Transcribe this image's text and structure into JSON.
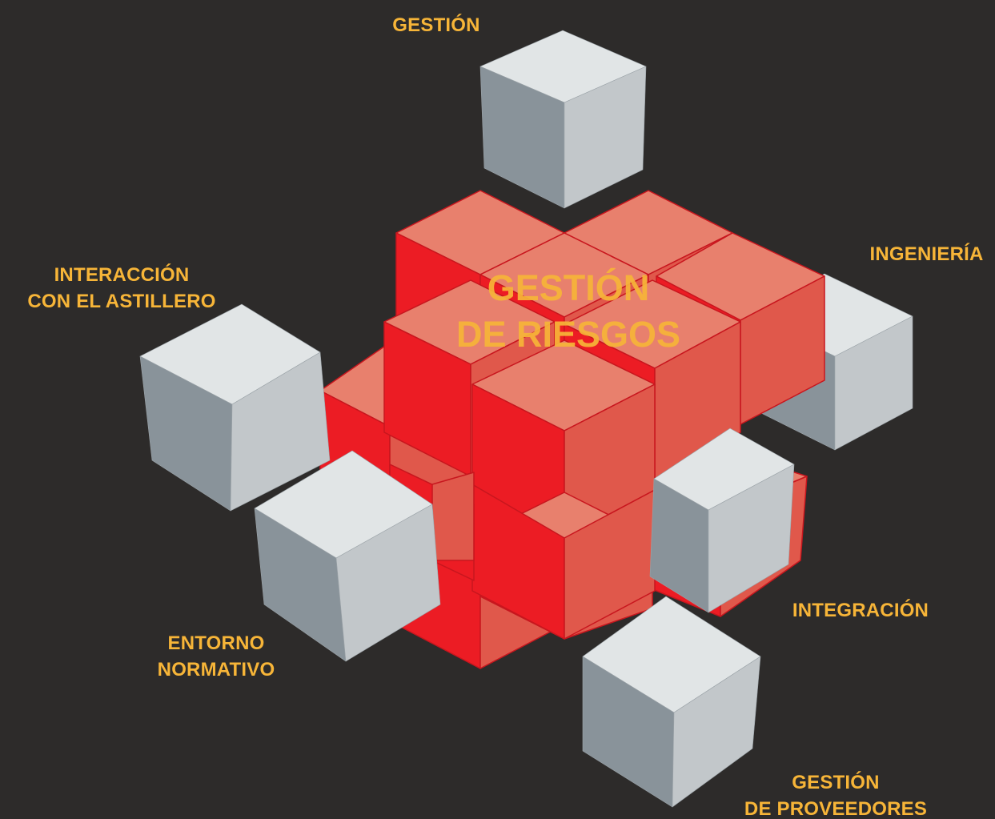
{
  "diagram": {
    "center_label": {
      "line1": "GESTIÓN",
      "line2": "DE RIESGOS"
    },
    "satellites": {
      "gestion": {
        "line1": "GESTIÓN"
      },
      "ingenieria": {
        "line1": "INGENIERÍA"
      },
      "interaccion": {
        "line1": "INTERACCIÓN",
        "line2": "CON EL ASTILLERO"
      },
      "entorno": {
        "line1": "ENTORNO",
        "line2": "NORMATIVO"
      },
      "integracion": {
        "line1": "INTEGRACIÓN"
      },
      "proveedores": {
        "line1": "GESTIÓN",
        "line2": "DE PROVEEDORES"
      }
    },
    "colors": {
      "background": "#2d2b2a",
      "label": "#f7b538",
      "red_top": "#e8806d",
      "red_left": "#ec1c24",
      "red_right": "#e0584b",
      "grey_top": "#e1e5e6",
      "grey_left": "#89939a",
      "grey_right": "#c2c7ca"
    }
  }
}
